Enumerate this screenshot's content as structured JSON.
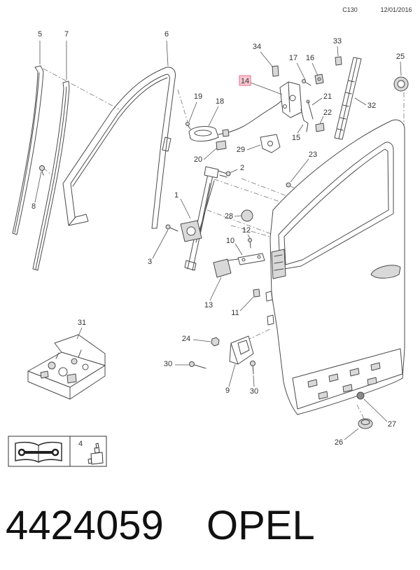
{
  "header": {
    "code": "C130",
    "date": "12/01/2016"
  },
  "callouts": [
    {
      "label": "5"
    },
    {
      "label": "7"
    },
    {
      "label": "6"
    },
    {
      "label": "34"
    },
    {
      "label": "17"
    },
    {
      "label": "16"
    },
    {
      "label": "33"
    },
    {
      "label": "25"
    },
    {
      "label": "14",
      "highlighted": true
    },
    {
      "label": "19"
    },
    {
      "label": "18"
    },
    {
      "label": "21"
    },
    {
      "label": "32"
    },
    {
      "label": "22"
    },
    {
      "label": "15"
    },
    {
      "label": "29"
    },
    {
      "label": "20"
    },
    {
      "label": "23"
    },
    {
      "label": "2"
    },
    {
      "label": "1"
    },
    {
      "label": "8"
    },
    {
      "label": "28"
    },
    {
      "label": "12"
    },
    {
      "label": "10"
    },
    {
      "label": "3"
    },
    {
      "label": "13"
    },
    {
      "label": "11"
    },
    {
      "label": "24"
    },
    {
      "label": "31"
    },
    {
      "label": "30"
    },
    {
      "label": "9"
    },
    {
      "label": "30"
    },
    {
      "label": "27"
    },
    {
      "label": "26"
    },
    {
      "label": "4"
    }
  ],
  "footer": {
    "part_number": "4424059",
    "brand": "OPEL"
  },
  "icons": {
    "manual": "repair-manual-icon",
    "kit": "sealant-tube-icon"
  },
  "colors": {
    "line": "#4a4a4a",
    "highlight_fill": "#f9c9d2",
    "highlight_stroke": "#e46f8c"
  }
}
